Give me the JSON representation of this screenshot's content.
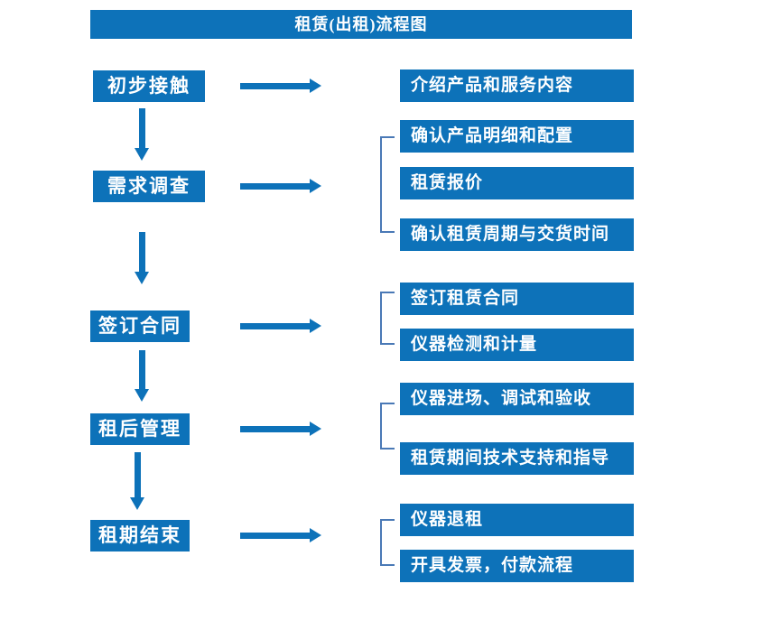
{
  "title": "租赁(出租)流程图",
  "colors": {
    "primary": "#0d72b9",
    "bracket": "#4a79b6"
  },
  "steps": [
    {
      "label": "初步接触",
      "outputs": [
        "介绍产品和服务内容"
      ]
    },
    {
      "label": "需求调查",
      "outputs": [
        "确认产品明细和配置",
        "租赁报价",
        "确认租赁周期与交货时间"
      ]
    },
    {
      "label": "签订合同",
      "outputs": [
        "签订租赁合同",
        "仪器检测和计量"
      ]
    },
    {
      "label": "租后管理",
      "outputs": [
        "仪器进场、调试和验收",
        "租赁期间技术支持和指导"
      ]
    },
    {
      "label": "租期结束",
      "outputs": [
        "仪器退租",
        "开具发票，付款流程"
      ]
    }
  ]
}
